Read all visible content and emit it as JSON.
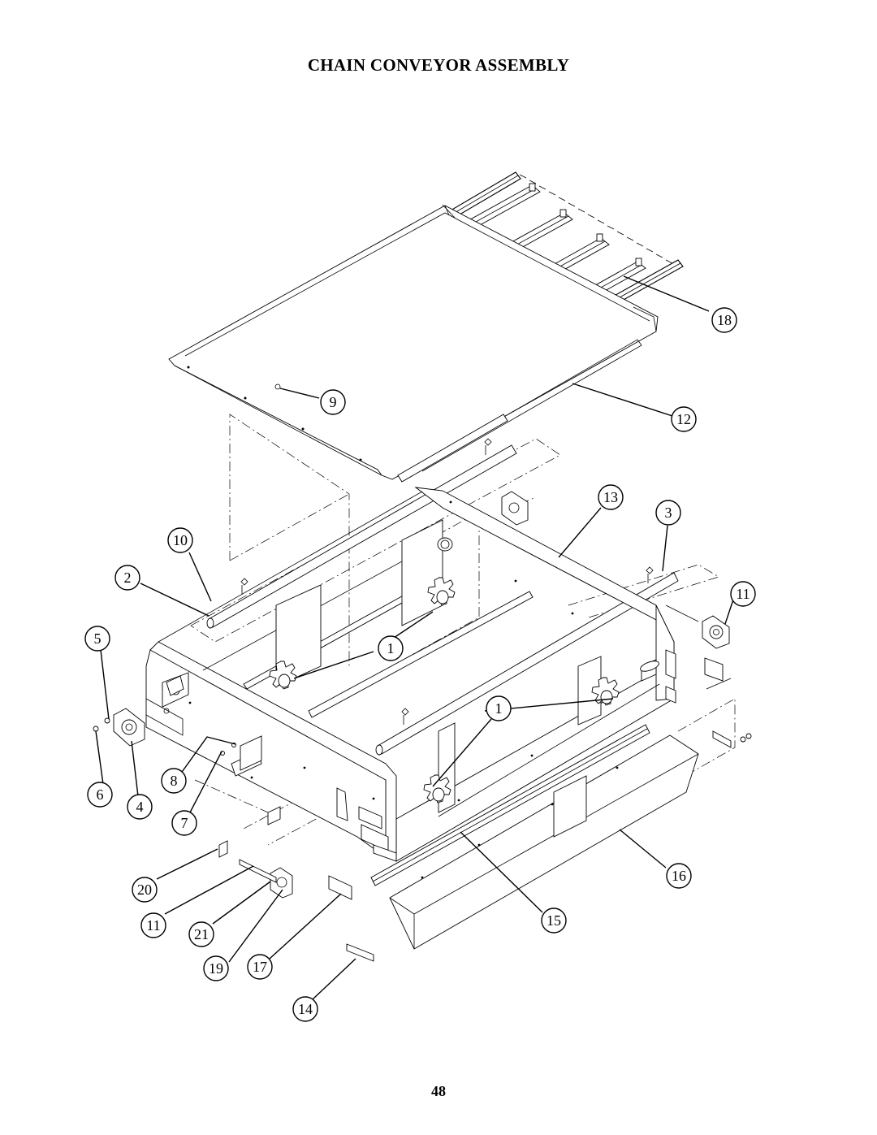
{
  "title": "CHAIN CONVEYOR ASSEMBLY",
  "page_number": "48",
  "callouts": [
    "18",
    "9",
    "12",
    "13",
    "3",
    "10",
    "2",
    "11",
    "5",
    "1",
    "1",
    "8",
    "6",
    "4",
    "7",
    "20",
    "11",
    "21",
    "15",
    "16",
    "19",
    "17",
    "14"
  ]
}
